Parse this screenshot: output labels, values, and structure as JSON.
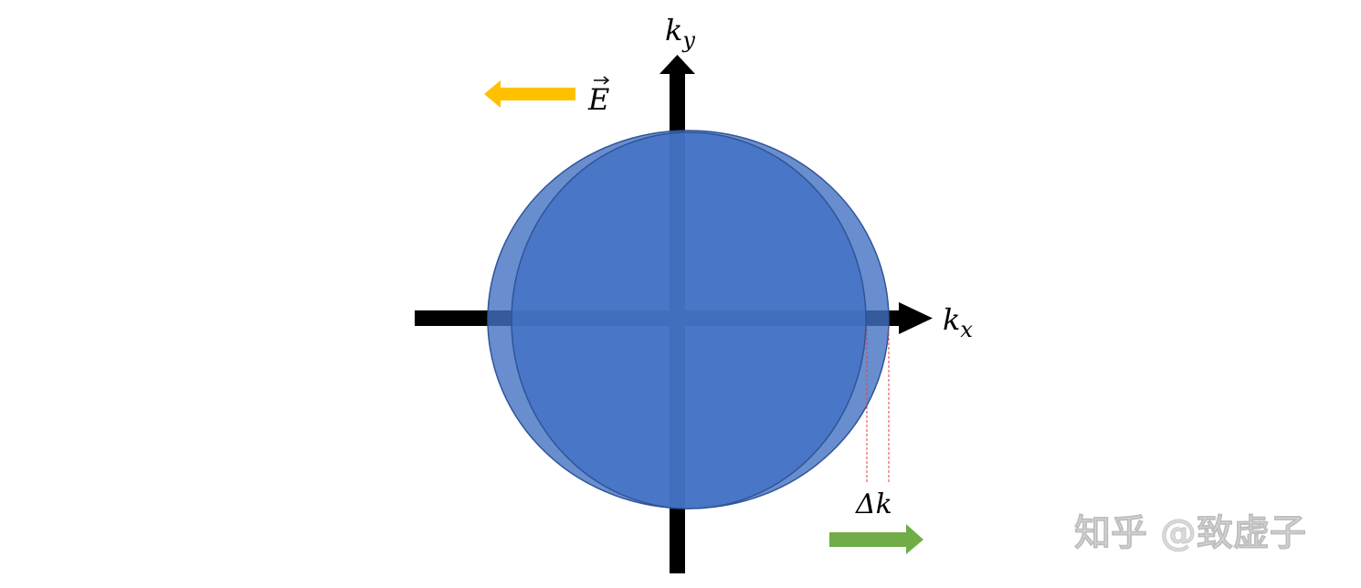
{
  "labels": {
    "ky_main": "k",
    "ky_sub": "y",
    "kx_main": "k",
    "kx_sub": "x",
    "field": "E",
    "delta_k": "Δk"
  },
  "watermark": "知乎 @致虚子",
  "colors": {
    "circle": "#4472C4",
    "circle_edge": "#2F5597",
    "axes": "#000000",
    "field_arrow": "#FFC000",
    "shift_arrow": "#70AD47",
    "dashed_lines": "#E04040"
  }
}
